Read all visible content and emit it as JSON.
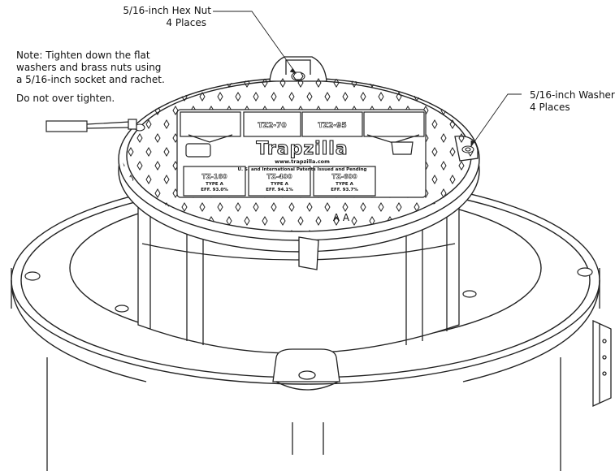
{
  "callouts": {
    "hex_nut": {
      "line1": "5/16-inch Hex Nut",
      "line2": "4 Places"
    },
    "washer": {
      "line1": "5/16-inch Washer",
      "line2": "4 Places"
    }
  },
  "note": {
    "line1": "Note:  Tighten down the flat",
    "line2": "washers and brass nuts using",
    "line3": "a 5/16-inch socket and rachet.",
    "line4": "Do not over tighten."
  },
  "lid": {
    "brand": "Trapzilla",
    "website": "www.trapzilla.com",
    "patent": "U. S. and International Patents Issued and Pending",
    "models_top": [
      "TZ2-70",
      "TZ2-95"
    ],
    "models_bottom": [
      {
        "name": "TZ-160",
        "line1": "TYPE A",
        "line2": "EFF. 93.0%"
      },
      {
        "name": "TZ-400",
        "line1": "TYPE A",
        "line2": "EFF. 94.1%"
      },
      {
        "name": "TZ-600",
        "line1": "TYPE A",
        "line2": "EFF. 93.7%"
      }
    ],
    "arrows": "A A"
  }
}
